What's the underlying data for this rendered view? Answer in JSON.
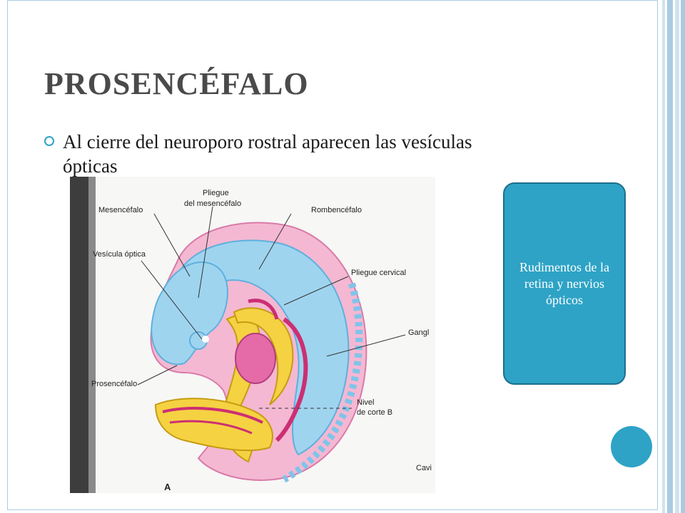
{
  "slide": {
    "title": "PROSENCÉFALO",
    "bullet": "Al cierre del neuroporo rostral aparecen las vesículas ópticas",
    "callout": "Rudimentos de la retina y nervios ópticos"
  },
  "figure": {
    "labels": {
      "mesencefalo": "Mesencéfalo",
      "pliegue_mes_1": "Pliegue",
      "pliegue_mes_2": "del mesencéfalo",
      "rombencefalo": "Rombencéfalo",
      "vesicula_optica": "Vesícula óptica",
      "pliegue_cervical": "Pliegue cervical",
      "gangl": "Gangl",
      "prosencefalo": "Prosencéfalo",
      "nivel_1": "Nivel",
      "nivel_2": "de corte B",
      "cavi": "Cavi",
      "panel": "A"
    }
  },
  "colors": {
    "accent": "#2ea3c6",
    "title": "#4a4a4a",
    "border": "#a9cbe0"
  }
}
